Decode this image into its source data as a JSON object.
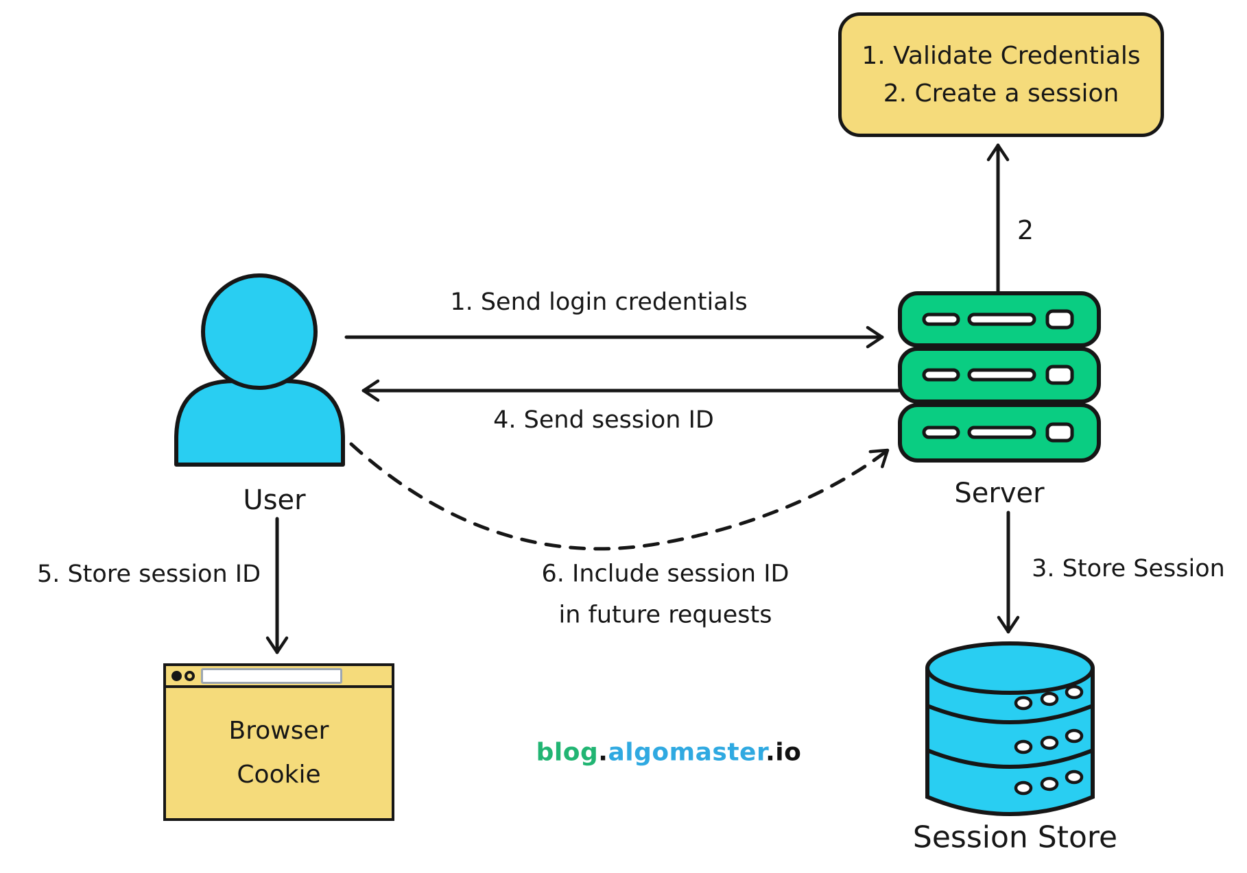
{
  "diagram": {
    "note": {
      "line1": "1. Validate Credentials",
      "line2": "2. Create a session"
    },
    "nodes": {
      "user": {
        "label": "User"
      },
      "server": {
        "label": "Server"
      },
      "browser_cookie": {
        "line1": "Browser",
        "line2": "Cookie"
      },
      "session_store": {
        "label": "Session Store"
      }
    },
    "edges": {
      "send_login": {
        "label": "1. Send login credentials"
      },
      "create_session": {
        "label": "2"
      },
      "store_session": {
        "label": "3. Store Session"
      },
      "send_session_id": {
        "label": "4. Send session ID"
      },
      "store_session_id": {
        "label": "5. Store session ID"
      },
      "include_session_id": {
        "line1": "6. Include session ID",
        "line2": "in future requests"
      }
    },
    "footer": {
      "part1": "blog",
      "dot1": ".",
      "part2": "algomaster",
      "dot2": ".",
      "part3": "io"
    },
    "colors": {
      "box_yellow": "#F5DB7B",
      "server_green": "#0ACD82",
      "user_cyan": "#29CEF2",
      "ink": "#161616",
      "footer_green": "#21B573",
      "footer_blue": "#2FA9E1"
    }
  }
}
